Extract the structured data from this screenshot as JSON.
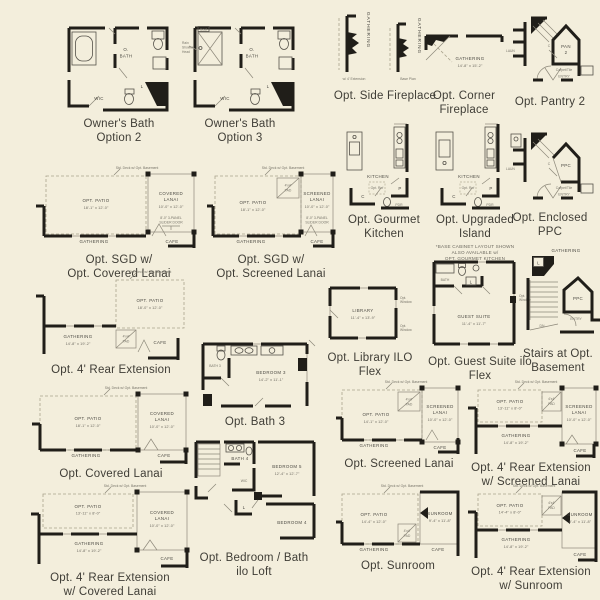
{
  "sheet": {
    "bg_color": "#f3eedc",
    "line_color": "#201e19"
  },
  "plans": {
    "owners_bath_2": {
      "caption1": "Owner's Bath",
      "caption2": "Option 2",
      "obath1": "O.",
      "obath2": "BATH",
      "wic": "WIC",
      "linen": "L"
    },
    "owners_bath_3": {
      "caption1": "Owner's Bath",
      "caption2": "Option 3",
      "obath1": "O.",
      "obath2": "BATH",
      "wic": "WIC",
      "linen": "L",
      "seat": "Seat",
      "note1": "Rain",
      "note2": "Shower",
      "note3": "Head"
    },
    "side_fireplace": {
      "caption": "Opt. Side Fireplace",
      "gathering": "GATHERING",
      "variant1": "w/ 4' Extension",
      "variant2": "Base Plan"
    },
    "corner_fireplace": {
      "caption1": "Opt. Corner",
      "caption2": "Fireplace",
      "room": "GATHERING",
      "dims": "14'-8\" x 15'-2\""
    },
    "pantry2": {
      "caption": "Opt. Pantry 2",
      "pan": "PAN",
      "num": "2",
      "laun": "LAUN",
      "closet": "C",
      "floor": "Carpet/Tile",
      "entry": "ENTRY"
    },
    "gourmet_kitchen": {
      "caption": "Opt. Gourmet Kitchen",
      "kitchen": "KITCHEN",
      "ref": "Opt. Ref",
      "p": "P",
      "c": "C",
      "pdr": "PDR"
    },
    "upgraded_island": {
      "caption": "Opt. Upgraded Island",
      "kitchen": "KITCHEN",
      "ref": "Opt. Ref",
      "p": "P",
      "c": "C",
      "pdr": "PDR",
      "fn1": "*BASE CABINET LAYOUT SHOWN",
      "fn2": "ALSO AVAILABLE w/",
      "fn3": "OPT. GOURMET KITCHEN"
    },
    "enclosed_ppc": {
      "caption": "Opt. Enclosed PPC",
      "ppc": "PPC",
      "laun": "LAUN",
      "closet": "C",
      "floor": "Carpet/Tile",
      "entry": "ENTRY"
    },
    "sgd_covered": {
      "caption1": "Opt. SGD w/",
      "caption2": "Opt. Covered Lanai",
      "patio": "OPT. PATIO",
      "patio_dims": "18'-1\" x 12'-0\"",
      "lanai1": "COVERED",
      "lanai2": "LANAI",
      "lanai_dims": "10'-0\" x 12'-0\"",
      "gathering": "GATHERING",
      "cafe": "CAFE",
      "deck": "Std. Deck w/ Opt. Basement",
      "slider1": "8'-0\" 3-PANEL",
      "slider2": "SLIDER DOOR"
    },
    "sgd_screened": {
      "caption1": "Opt. SGD w/",
      "caption2": "Opt. Screened Lanai",
      "patio": "OPT. PATIO",
      "patio_dims": "18'-1\" x 12'-0\"",
      "pad1": "4'x4'",
      "pad2": "PAD",
      "lanai1": "SCREENED",
      "lanai2": "LANAI",
      "lanai_dims": "10'-0\" x 12'-0\"",
      "gathering": "GATHERING",
      "cafe": "CAFE",
      "deck": "Std. Deck w/ Opt. Basement",
      "slider1": "8'-0\" 3-PANEL",
      "slider2": "SLIDER DOOR"
    },
    "rear_extension": {
      "caption": "Opt. 4' Rear Extension",
      "patio": "OPT. PATIO",
      "patio_dims": "18'-0\" x 12'-0\"",
      "pad1": "4'x4'",
      "pad2": "PAD",
      "gathering": "GATHERING",
      "gathering_dims": "14'-8\" x 19'-2\"",
      "cafe": "CAFE",
      "deck": "Std. Deck w/ Opt. Basement"
    },
    "library": {
      "caption": "Opt. Library ILO Flex",
      "room": "LIBRARY",
      "dims": "11'-4\" x 13'-9\"",
      "win1": "Opt.",
      "win2": "Window"
    },
    "guest_suite": {
      "caption": "Opt. Guest Suite ilo Flex",
      "room": "GUEST SUITE",
      "dims": "11'-4\" x 11'-7\"",
      "bath": "BATH",
      "linen": "L",
      "win1": "Opt.",
      "win2": "Window"
    },
    "stairs_basement": {
      "caption1": "Stairs at Opt.",
      "caption2": "Basement",
      "gathering": "GATHERING",
      "linen": "L",
      "ppc": "PPC",
      "entry": "ENTRY",
      "dn": "DN"
    },
    "bath3": {
      "caption": "Opt. Bath 3",
      "bedroom": "BEDROOM 3",
      "dims": "14'-2\" x 11'-1\"",
      "bath": "BATH 3"
    },
    "covered_lanai": {
      "caption": "Opt. Covered Lanai",
      "patio": "OPT. PATIO",
      "patio_dims": "18'-1\" x 12'-0\"",
      "lanai1": "COVERED",
      "lanai2": "LANAI",
      "lanai_dims": "10'-0\" x 12'-0\"",
      "gathering": "GATHERING",
      "cafe": "CAFE",
      "deck": "Std. Deck w/ Opt. Basement"
    },
    "bedroom_bath_ilo_loft": {
      "caption1": "Opt. Bedroom / Bath",
      "caption2": "ilo Loft",
      "bath4": "BATH 4",
      "wic": "WIC",
      "bedroom5": "BEDROOM 5",
      "bedroom5_dims": "12'-4\" x 12'-7\"",
      "bedroom4": "BEDROOM 4",
      "linen": "L"
    },
    "screened_lanai": {
      "caption": "Opt. Screened Lanai",
      "patio": "OPT. PATIO",
      "patio_dims": "14'-1\" x 12'-0\"",
      "pad1": "4'x4'",
      "pad2": "PAD",
      "lanai1": "SCREENED",
      "lanai2": "LANAI",
      "lanai_dims": "10'-0\" x 12'-0\"",
      "gathering": "GATHERING",
      "cafe": "CAFE",
      "deck": "Std. Deck w/ Opt. Basement"
    },
    "rear_ext_screened": {
      "caption1": "Opt. 4' Rear Extension",
      "caption2": "w/ Screened Lanai",
      "patio": "OPT. PATIO",
      "patio_dims": "13'-11\" x 8'-0\"",
      "pad1": "4'x4'",
      "pad2": "PAD",
      "lanai1": "SCREENED",
      "lanai2": "LANAI",
      "lanai_dims": "10'-0\" x 12'-0\"",
      "gathering": "GATHERING",
      "gathering_dims": "14'-8\" x 19'-2\"",
      "cafe": "CAFE",
      "deck": "Std. Deck w/ Opt. Basement"
    },
    "sunroom": {
      "caption": "Opt. Sunroom",
      "patio": "OPT. PATIO",
      "patio_dims": "14'-4\" x 12'-0\"",
      "pad1": "4'x4'",
      "pad2": "PAD",
      "sunroom": "SUNROOM",
      "sunroom_dims": "9'-4\" x 11'-8\"",
      "gathering": "GATHERING",
      "cafe": "CAFE",
      "deck": "Std. Deck w/ Opt. Basement"
    },
    "rear_ext_sunroom": {
      "caption1": "Opt. 4' Rear Extension",
      "caption2": "w/ Sunroom",
      "patio": "OPT. PATIO",
      "patio_dims": "14'-4\" x 8'-0\"",
      "pad1": "4'x4'",
      "pad2": "PAD",
      "sunroom": "SUNROOM",
      "sunroom_dims": "9'-4\" x 11'-8\"",
      "gathering": "GATHERING",
      "gathering_dims": "14'-8\" x 19'-2\"",
      "cafe": "CAFE",
      "deck": "Std. Deck w/ Opt. Basement"
    },
    "rear_ext_covered": {
      "caption1": "Opt. 4' Rear Extension",
      "caption2": "w/ Covered Lanai",
      "patio": "OPT. PATIO",
      "patio_dims": "13'-11\" x 8'-0\"",
      "lanai1": "COVERED",
      "lanai2": "LANAI",
      "lanai_dims": "10'-0\" x 12'-0\"",
      "gathering": "GATHERING",
      "gathering_dims": "14'-8\" x 19'-2\"",
      "cafe": "CAFE",
      "deck": "Std. Deck w/ Opt. Basement"
    }
  }
}
